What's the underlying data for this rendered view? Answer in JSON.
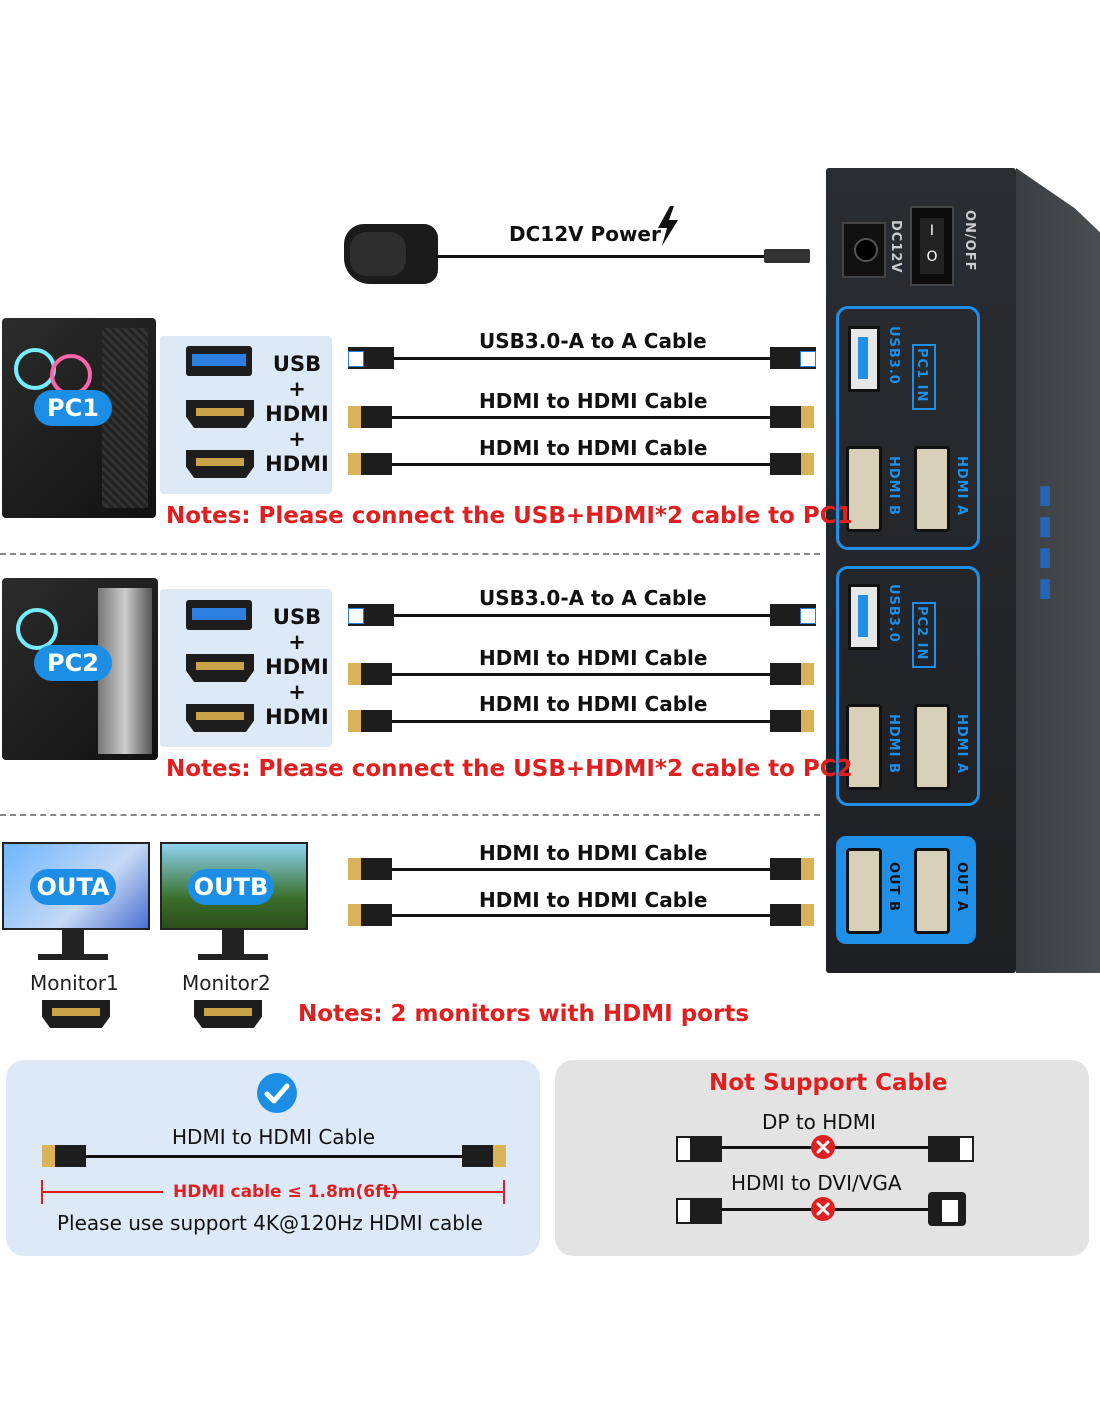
{
  "power": {
    "label": "DC12V Power"
  },
  "kvm": {
    "dc_label": "DC12V",
    "onoff_label": "ON/OFF",
    "pc1_in": "PC1 IN",
    "pc2_in": "PC2 IN",
    "usb30": "USB3.0",
    "hdmi_a": "HDMI A",
    "hdmi_b": "HDMI B",
    "out_a": "OUT A",
    "out_b": "OUT B"
  },
  "pc1": {
    "badge": "PC1",
    "ports": [
      "USB",
      "+",
      "HDMI",
      "+",
      "HDMI"
    ],
    "cables": [
      "USB3.0-A to A Cable",
      "HDMI to HDMI Cable",
      "HDMI to HDMI Cable"
    ],
    "note": "Notes: Please connect the USB+HDMI*2 cable to PC1"
  },
  "pc2": {
    "badge": "PC2",
    "ports": [
      "USB",
      "+",
      "HDMI",
      "+",
      "HDMI"
    ],
    "cables": [
      "USB3.0-A to A Cable",
      "HDMI to HDMI Cable",
      "HDMI to HDMI Cable"
    ],
    "note": "Notes: Please connect the USB+HDMI*2 cable to PC2"
  },
  "monitors": {
    "m1_badge": "OUTA",
    "m2_badge": "OUTB",
    "m1_name": "Monitor1",
    "m2_name": "Monitor2",
    "cables": [
      "HDMI to HDMI Cable",
      "HDMI to HDMI Cable"
    ],
    "note": "Notes: 2 monitors with HDMI ports"
  },
  "supported": {
    "cable": "HDMI to HDMI Cable",
    "length": "HDMI cable ≤ 1.8m(6ft)",
    "hint": "Please use support 4K@120Hz HDMI cable"
  },
  "not_supported": {
    "title": "Not Support Cable",
    "items": [
      "DP to HDMI",
      "HDMI to DVI/VGA"
    ]
  },
  "colors": {
    "accent": "#1d8ee6",
    "warning": "#e02020",
    "panel": "#dde9f7",
    "grey_panel": "#e3e3e3"
  }
}
